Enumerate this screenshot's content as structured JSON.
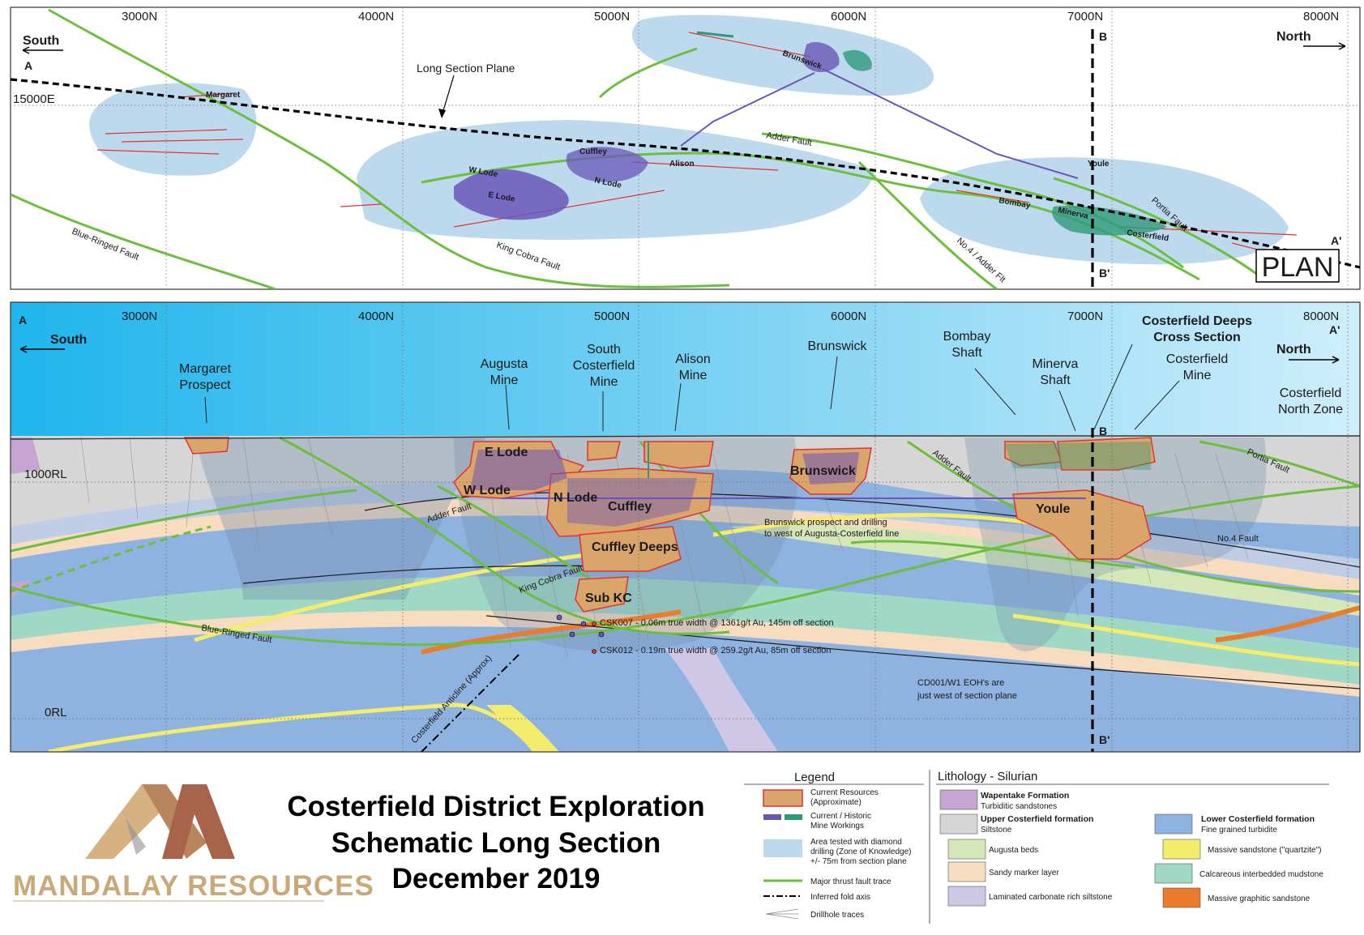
{
  "plan": {
    "grid_labels": [
      "3000N",
      "4000N",
      "5000N",
      "6000N",
      "7000N",
      "8000N"
    ],
    "easting_label": "15000E",
    "south_label": "South",
    "north_label": "North",
    "section_start": "A",
    "section_end": "A'",
    "cross_b": "B",
    "cross_b_prime": "B'",
    "plane_label": "Long Section Plane",
    "badge": "PLAN",
    "deposits": [
      "Margaret",
      "Brunswick",
      "Cuffley",
      "Alison",
      "W Lode",
      "E Lode",
      "N Lode",
      "Youle",
      "Bombay",
      "Minerva",
      "Costerfield"
    ],
    "faults": [
      "Adder Fault",
      "Blue-Ringed Fault",
      "King Cobra Fault",
      "No.4 / Adder Flt",
      "Portia Fault"
    ]
  },
  "section": {
    "grid_labels": [
      "3000N",
      "4000N",
      "5000N",
      "6000N",
      "7000N",
      "8000N"
    ],
    "rl_labels": [
      "1000RL",
      "0RL"
    ],
    "start": "A",
    "end": "A'",
    "south_label": "South",
    "north_label": "North",
    "cross_b": "B",
    "cross_b_prime": "B'",
    "callouts": {
      "margaret": [
        "Margaret",
        "Prospect"
      ],
      "augusta": [
        "Augusta",
        "Mine"
      ],
      "south_costerfield": [
        "South",
        "Costerfield",
        "Mine"
      ],
      "alison": [
        "Alison",
        "Mine"
      ],
      "brunswick": "Brunswick",
      "bombay": [
        "Bombay",
        "Shaft"
      ],
      "minerva": [
        "Minerva",
        "Shaft"
      ],
      "deeps": [
        "Costerfield Deeps",
        "Cross Section"
      ],
      "costerfield": [
        "Costerfield",
        "Mine"
      ],
      "north_zone": [
        "Costerfield",
        "North Zone"
      ]
    },
    "ore_labels": {
      "e_lode": "E Lode",
      "w_lode": "W Lode",
      "n_lode": "N Lode",
      "cuffley": "Cuffley",
      "cuffley_deeps": "Cuffley Deeps",
      "sub_kc": "Sub KC",
      "brunswick": "Brunswick",
      "youle": "Youle"
    },
    "faults": {
      "adder_w": "Adder Fault",
      "adder_e": "Adder Fault",
      "king_cobra": "King Cobra Fault",
      "blue_ringed": "Blue-Ringed Fault",
      "portia": "Portia Fault",
      "no4": "No.4 Fault",
      "anticline": "Costerfield Anticline (Approx)"
    },
    "notes": {
      "brunswick_1": "Brunswick prospect and drilling",
      "brunswick_2": "to west of Augusta-Costerfield line",
      "csk007": "CSK007 - 0.06m true width @ 1361g/t Au, 145m off section",
      "csk012": "CSK012 - 0.19m true width @ 259.2g/t Au, 85m off section",
      "cd001_1": "CD001/W1 EOH's are",
      "cd001_2": "just west of section plane"
    }
  },
  "title": {
    "line1": "Costerfield District Exploration",
    "line2": "Schematic Long Section",
    "line3": "December 2019"
  },
  "logo": {
    "company": "MANDALAY RESOURCES"
  },
  "legend": {
    "heading": "Legend",
    "resources": [
      "Current Resources",
      "(Approximate)"
    ],
    "workings": [
      "Current / Historic",
      "Mine Workings"
    ],
    "tested": [
      "Area tested with diamond",
      "drilling (Zone of Knowledge)",
      "+/- 75m from section plane"
    ],
    "fault": "Major thrust fault trace",
    "fold": "Inferred fold axis",
    "drillhole": "Drillhole traces"
  },
  "lithology": {
    "heading": "Lithology - Silurian",
    "wapentake": [
      "Wapentake Formation",
      "Turbiditic sandstones"
    ],
    "upper": [
      "Upper Costerfield formation",
      "Siltstone"
    ],
    "augusta": "Augusta beds",
    "sandy": "Sandy marker layer",
    "laminated": "Laminated carbonate rich siltstone",
    "lower": [
      "Lower Costerfield formation",
      "Fine grained turbidite"
    ],
    "massive_sand": "Massive sandstone (\"quartzite\")",
    "calcareous": "Calcareous interbedded mudstone",
    "graphitic": "Massive graphitic sandstone"
  },
  "colors": {
    "sky": "#3dbfee",
    "grey": "#d6d6d6",
    "blue": "#8fb3e0",
    "purple": "#c7a5d2",
    "green_light": "#d5e7b8",
    "sandy": "#f8dcc0",
    "laminated": "#cfc7e6",
    "yellow": "#f4ec6d",
    "calcareous": "#9fd9c5",
    "orange": "#eb7c2a",
    "ore": "#d9a56a",
    "ore_edge": "#e0352f",
    "fault": "#6cbf3c",
    "zone": "#bcd9ee",
    "workings_purple": "#6a56b8",
    "workings_green": "#2f9a7a"
  }
}
